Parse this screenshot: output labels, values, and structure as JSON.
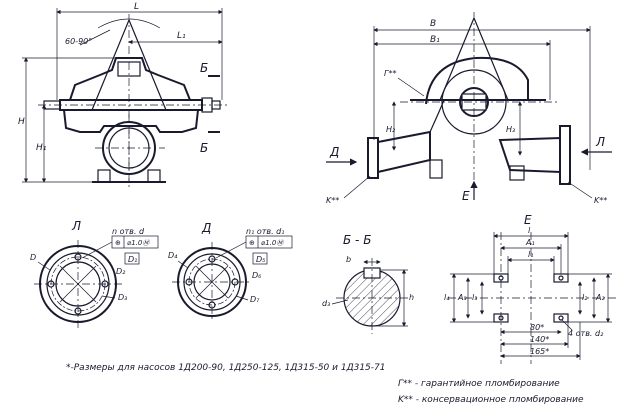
{
  "front_view": {
    "dim_L": "L",
    "dim_L1": "L₁",
    "angle": "60-90°",
    "dim_H": "H",
    "dim_H1": "H₁",
    "section_mark": "Б"
  },
  "side_view": {
    "dim_B": "B",
    "dim_B1": "B₁",
    "dim_H2": "H₂",
    "dim_H3": "H₃",
    "label_G": "Г**",
    "label_K": "K**",
    "arrow_D": "Д",
    "arrow_L": "Л",
    "arrow_E": "E"
  },
  "view_L": {
    "title": "Л",
    "holes": "n отв. d",
    "tol": "⌀1.0Ⓜ",
    "D": "D",
    "D1": "D₁",
    "D2": "D₂",
    "D3": "D₃"
  },
  "view_D": {
    "title": "Д",
    "holes": "n₁ отв. d₁",
    "tol": "⌀1.0Ⓜ",
    "D4": "D₄",
    "D5": "D₅",
    "D6": "D₆",
    "D7": "D₇"
  },
  "section_BB": {
    "title": "Б - Б",
    "b": "b",
    "h": "h",
    "d3": "d₃"
  },
  "view_E": {
    "title": "E",
    "l": "l",
    "A1": "A₁",
    "l1": "l₁",
    "l2": "l₂",
    "l3": "l₃",
    "l4": "l₄",
    "A2": "A₂",
    "A3": "A₃",
    "holes": "4 отв. d₂",
    "dim_80": "80*",
    "dim_140": "140*",
    "dim_165": "165*"
  },
  "notes": {
    "sizes": "*-Размеры для насосов 1Д200-90, 1Д250-125, 1Д315-50 и 1Д315-71",
    "g_note": "Г** - гарантийное пломбирование",
    "k_note": "K** - консервационное пломбирование"
  }
}
